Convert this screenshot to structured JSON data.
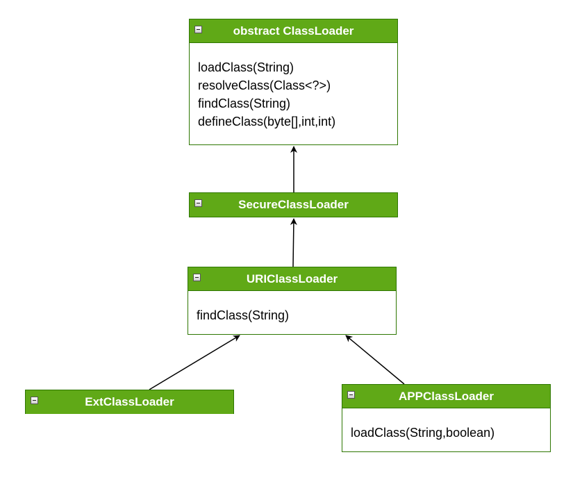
{
  "diagram": {
    "classes": {
      "classloader": {
        "name": "obstract ClassLoader",
        "methods": [
          "loadClass(String)",
          "resolveClass(Class<?>)",
          "findClass(String)",
          "defineClass(byte[],int,int)"
        ]
      },
      "secure": {
        "name": "SecureClassLoader"
      },
      "uri": {
        "name": "URIClassLoader",
        "methods": [
          "findClass(String)"
        ]
      },
      "ext": {
        "name": "ExtClassLoader"
      },
      "app": {
        "name": "APPClassLoader",
        "methods": [
          "loadClass(String,boolean)"
        ]
      }
    },
    "colors": {
      "header_fill": "#60a917",
      "border": "#2d7600",
      "header_text": "#ffffff",
      "edge": "#000000"
    },
    "edges": [
      {
        "from": "SecureClassLoader",
        "to": "obstract ClassLoader",
        "type": "inheritance-arrow"
      },
      {
        "from": "URIClassLoader",
        "to": "SecureClassLoader",
        "type": "inheritance-arrow"
      },
      {
        "from": "ExtClassLoader",
        "to": "URIClassLoader",
        "type": "inheritance-arrow"
      },
      {
        "from": "APPClassLoader",
        "to": "URIClassLoader",
        "type": "inheritance-arrow"
      }
    ]
  }
}
